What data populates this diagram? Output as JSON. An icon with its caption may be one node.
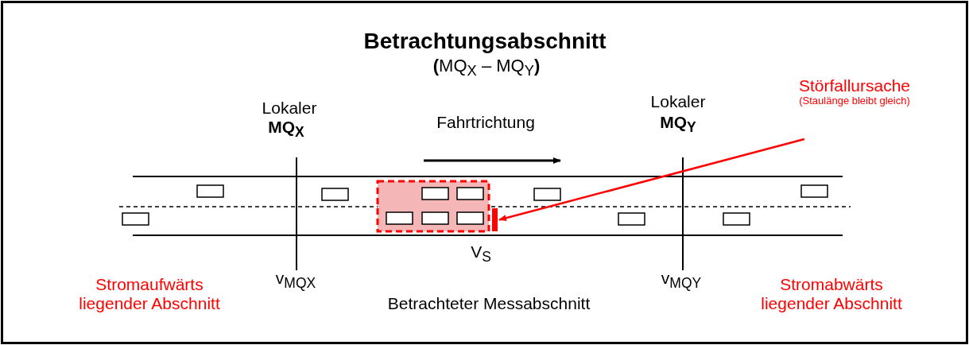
{
  "diagram": {
    "title": "Betrachtungsabschnitt",
    "nodes": [
      {
        "text": [
          "Störfallursache",
          "(Staulänge bleibt gleich)"
        ]
      },
      {
        "text": [],
        "shape": "bar"
      }
    ],
    "edges": [
      {
        "from": 0,
        "to": 1,
        "arrow": "to",
        "color": "#ff0000"
      }
    ],
    "labels": [
      "**(**MQ$_{X}$ – MQ$_{Y}$**)**",
      "Lokaler",
      "MQ$_{X}$",
      "Fahrtrichtung",
      "Lokaler",
      "MQ$_{Y}$",
      "V$_{S}$",
      "v$_{MQX}$",
      "v$_{MQY}$",
      "Stromaufwärts liegender Abschnitt",
      "Betrachteter Messabschnitt",
      "Stromabwärts liegender Abschnitt"
    ]
  }
}
